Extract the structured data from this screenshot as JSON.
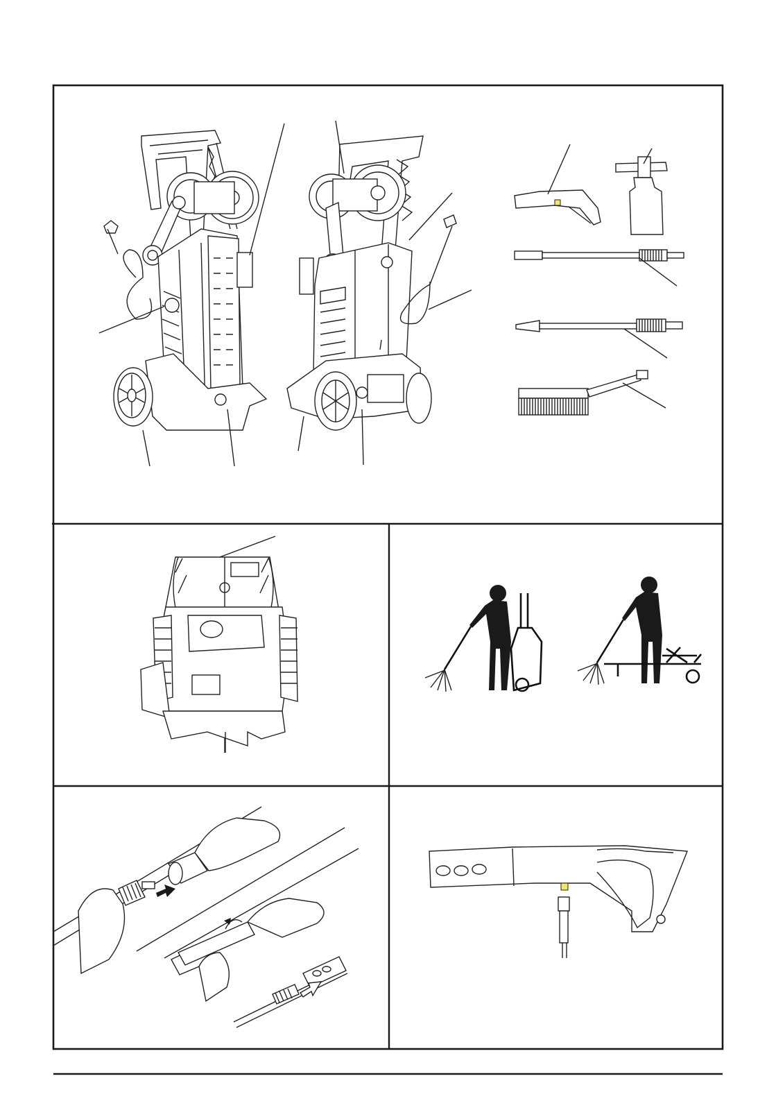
{
  "document": {
    "panels": [
      {
        "id": "overview",
        "content": "pressure-washer-overview"
      },
      {
        "id": "rear-view",
        "content": "rear-labels"
      },
      {
        "id": "posture",
        "content": "operating-posture"
      },
      {
        "id": "lance-connection",
        "content": "attach-lance"
      },
      {
        "id": "gun-connection",
        "content": "attach-hose-to-gun"
      }
    ]
  },
  "colors": {
    "line": "#222222",
    "frame": "#1a1a1a",
    "silhouette": "#1a1a1a",
    "paper": "#ffffff"
  }
}
